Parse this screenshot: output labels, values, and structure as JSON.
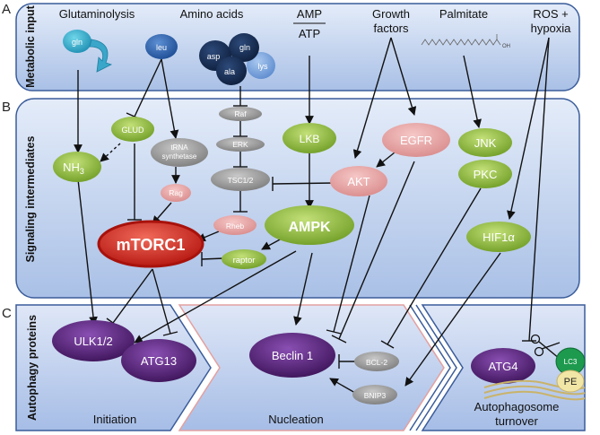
{
  "panels": {
    "a_letter": "A",
    "b_letter": "B",
    "c_letter": "C",
    "a_title": "Metabolic input",
    "b_title": "Signaling intermediates",
    "c_title": "Autophagy proteins"
  },
  "inputs": {
    "glutaminolysis": "Glutaminolysis",
    "gln": "gln",
    "amino_acids": "Amino acids",
    "leu": "leu",
    "asp": "asp",
    "gln2": "gln",
    "ala": "ala",
    "lys": "lys",
    "amp": "AMP",
    "atp": "ATP",
    "growth1": "Growth",
    "growth2": "factors",
    "palmitate": "Palmitate",
    "oh": "OH",
    "ros1": "ROS +",
    "ros2": "hypoxia"
  },
  "signals": {
    "glud": "GLUD",
    "nh3": "NH",
    "nh3_sub": "3",
    "trna1": "tRNA",
    "trna2": "synthetase",
    "rag": "Rag",
    "raf": "Raf",
    "erk": "ERK",
    "tsc": "TSC1/2",
    "rheb": "Rheb",
    "mtorc1": "mTORC1",
    "lkb": "LKB",
    "ampk": "AMPK",
    "raptor": "raptor",
    "egfr": "EGFR",
    "akt": "AKT",
    "jnk": "JNK",
    "pkc": "PKC",
    "hif1a": "HIF1α"
  },
  "autophagy": {
    "ulk": "ULK1/2",
    "atg13": "ATG13",
    "beclin": "Beclin 1",
    "bcl2": "BCL-2",
    "bnip3": "BNIP3",
    "atg4": "ATG4",
    "lc3": "LC3",
    "pe": "PE",
    "stage_initiation": "Initiation",
    "stage_nucleation": "Nucleation",
    "stage_turnover1": "Autophagosome",
    "stage_turnover2": "turnover"
  }
}
